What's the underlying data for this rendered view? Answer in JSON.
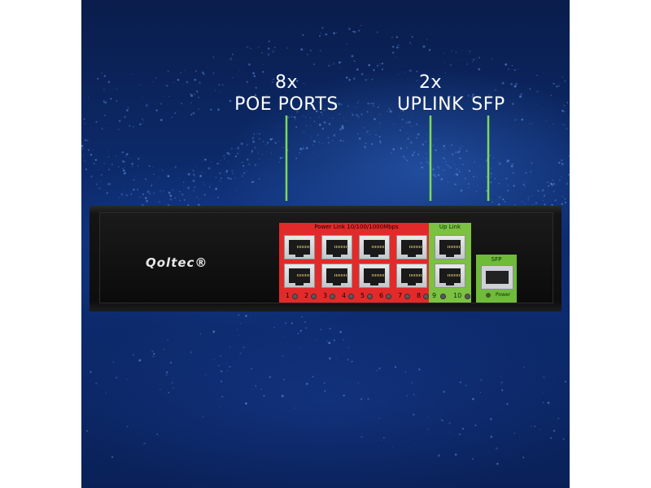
{
  "callouts": {
    "poe": {
      "count": "8x",
      "name": "POE PORTS"
    },
    "uplink": {
      "count": "2x",
      "name": "UPLINK"
    },
    "sfp": {
      "name": "SFP"
    }
  },
  "switch": {
    "brand": "Qoltec®",
    "poe_header": "Power Link  10/100/1000Mbps",
    "uplink_header": "Up Link",
    "sfp_header": "SFP",
    "power_label": "Power",
    "poe_port_numbers": [
      "1",
      "2",
      "3",
      "4",
      "5",
      "6",
      "7",
      "8"
    ],
    "uplink_port_numbers": [
      "9",
      "10"
    ]
  },
  "colors": {
    "background_blue": "#0c2a6a",
    "poe_red": "#e22a2a",
    "uplink_green": "#7bc142",
    "callout_line_green": "#7ed957",
    "label_white": "#ffffff"
  }
}
